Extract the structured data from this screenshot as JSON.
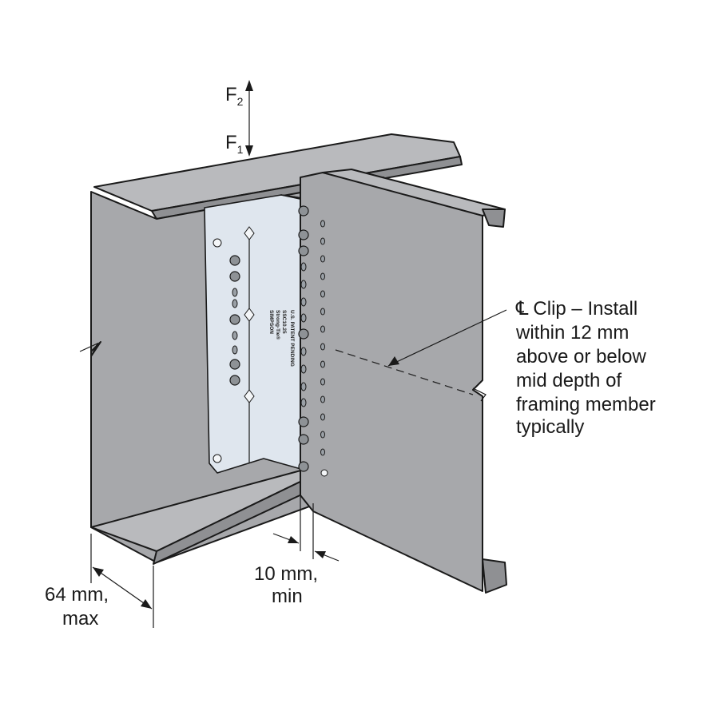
{
  "force_labels": {
    "f2": "F",
    "f2_sub": "2",
    "f1": "F",
    "f1_sub": "1"
  },
  "callout": {
    "symbol": "℄",
    "lines": [
      "Clip – Install",
      "within 12 mm",
      "above or below",
      "mid depth of",
      "framing member",
      "typically"
    ]
  },
  "dimensions": {
    "flange_width": [
      "64 mm,",
      "max"
    ],
    "gap": [
      "10 mm,",
      "min"
    ]
  },
  "clip_stamp": [
    "SIMPSON",
    "Strong-Tie®",
    "SSC10.25",
    "U.S. PATENT PENDING"
  ],
  "colors": {
    "steel": "#a7a8ab",
    "clip": "#dfe6ee",
    "line": "#1a1a1a"
  }
}
